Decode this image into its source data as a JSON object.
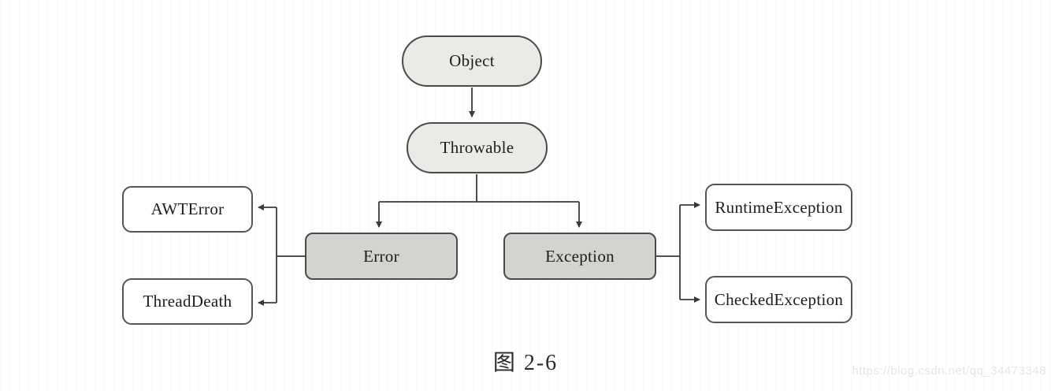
{
  "figure": {
    "caption": "图 2-6",
    "watermark": "https://blog.csdn.net/qq_34473348"
  },
  "nodes": {
    "object": {
      "label": "Object",
      "shape": "stadium",
      "fill": "light-gray"
    },
    "throwable": {
      "label": "Throwable",
      "shape": "stadium",
      "fill": "light-gray"
    },
    "error": {
      "label": "Error",
      "shape": "rounded-rect",
      "fill": "gray"
    },
    "exception": {
      "label": "Exception",
      "shape": "rounded-rect",
      "fill": "gray"
    },
    "awterror": {
      "label": "AWTError",
      "shape": "rounded-rect",
      "fill": "white"
    },
    "threaddeath": {
      "label": "ThreadDeath",
      "shape": "rounded-rect",
      "fill": "white"
    },
    "runtimeexception": {
      "label": "RuntimeException",
      "shape": "rounded-rect",
      "fill": "white"
    },
    "checkedexception": {
      "label": "CheckedException",
      "shape": "rounded-rect",
      "fill": "white"
    }
  },
  "edges": [
    {
      "from": "Object",
      "to": "Throwable"
    },
    {
      "from": "Throwable",
      "to": "Error"
    },
    {
      "from": "Throwable",
      "to": "Exception"
    },
    {
      "from": "Error",
      "to": "AWTError"
    },
    {
      "from": "Error",
      "to": "ThreadDeath"
    },
    {
      "from": "Exception",
      "to": "RuntimeException"
    },
    {
      "from": "Exception",
      "to": "CheckedException"
    }
  ],
  "colors": {
    "pill_fill": "#ebeae6",
    "gray_fill": "#d3d3d0",
    "node_border": "#4a4a4a",
    "node_border_light": "#555555",
    "line": "#3a3a3a",
    "watermark": "#e6e6e6"
  }
}
